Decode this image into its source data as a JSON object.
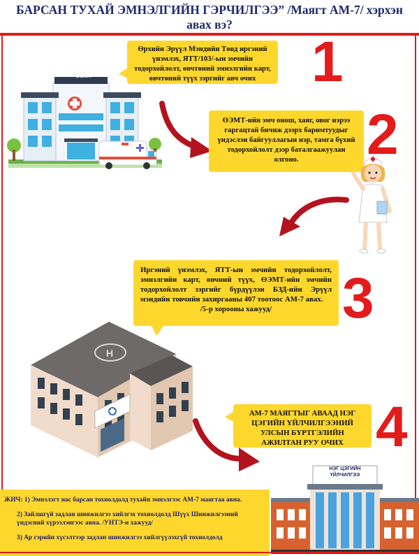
{
  "header": {
    "title": "БАРСАН ТУХАЙ ЭМНЭЛГИЙН ГЭРЧИЛГЭЭ” /Маягт АМ-7/ хэрхэн авах вэ?"
  },
  "steps": [
    {
      "number": "1",
      "text": "Өрхийн Эрүүл Мэндийн Төвд иргэний үнэмлэх, ЯТТ/103/-ын эмчийн тодорхойлолт, өвчтөний эмнэлгийн карт, өвчтөний түүх зэргийг авч очих"
    },
    {
      "number": "2",
      "text": "ӨЭМТ-ийн эмч онош, хаяг, овог нэрээ гаргацтай бичиж дээрх баримтуудыг үндэслэн байгууллагын нэр, тамга бүхий тодорхойлолт дээр баталгаажуулан олгоно."
    },
    {
      "number": "3",
      "text": "Иргэний үнэмлэх, ЯТТ-ын эмчийн тодорхойлолт, эмнэлгийн карт, өвчний түүх, ӨЭМТ-ийн эмчийн тодорхойлолт зэргийг бүрдүүлэн БЗД-ийн Эрүүл мэндийн товчийн захиргааны 407 тоотоос АМ-7 авах.",
      "subtext": "/5-р хорооны хажууд/"
    },
    {
      "number": "4",
      "text": "АМ-7 МАЯГТЫГ АВААД НЭГ ЦЭГИЙН ҮЙЛЧИЛГЭЭНИЙ УЛСЫН БҮРТГЭЛИЙН АЖИЛТАН РУУ ОЧИХ"
    }
  ],
  "illustrations": {
    "clinic_sign": "ӨЭМТ",
    "onestop_sign_line1": "НЭГ ЦЭГИЙН",
    "onestop_sign_line2": "ҮЙЛЧИЛГЭЭ"
  },
  "note": {
    "item1": "ЖИЧ: 1) Эмнэлэгт нас барсан тохиолдолд тухайн эмнэлгээс АМ-7 маягтаа авна.",
    "item2": "2) Зайлшгүй задлан шинжилгээ хийлгэх тохиолдолд Шүүх Шинжилгээний үндэсний хүрээлэнгээс авна. /УНТЭ-и хажууд/",
    "item3": "3) Ар гэрийн хүсэлтээр задлан шинжилгээ хийлгүүлэхгүй тохиолдолд"
  },
  "colors": {
    "accent_red": "#e31b1b",
    "bubble_yellow": "#fed72d",
    "title_navy": "#1f2a6b"
  }
}
